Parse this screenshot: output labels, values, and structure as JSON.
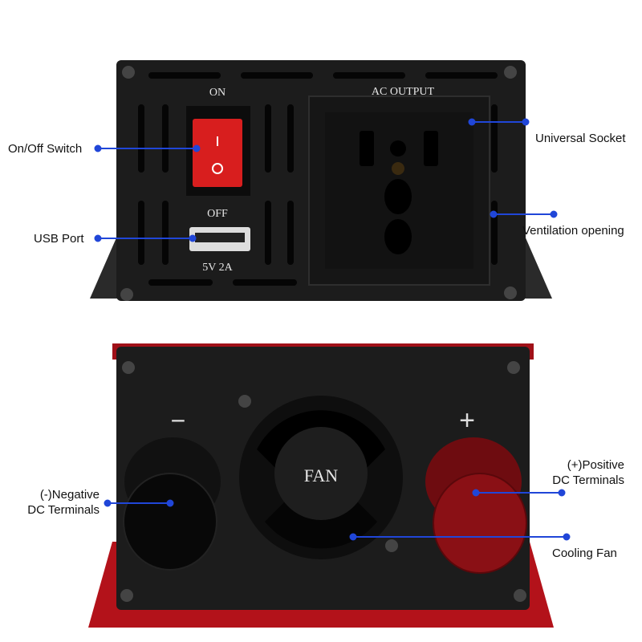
{
  "top_view": {
    "panel_text": {
      "on": "ON",
      "off": "OFF",
      "usb_rating": "5V  2A",
      "ac_output": "AC OUTPUT"
    },
    "labels": {
      "switch": "On/Off Switch",
      "usb": "USB Port",
      "socket": "Universal Socket",
      "vent": "Ventilation opening"
    }
  },
  "bottom_view": {
    "panel_text": {
      "minus": "−",
      "plus": "+",
      "fan": "FAN"
    },
    "labels": {
      "negative_line1": "(-)Negative",
      "negative_line2": "DC Terminals",
      "positive_line1": "(+)Positive",
      "positive_line2": "DC Terminals",
      "fan": "Cooling Fan"
    }
  },
  "colors": {
    "leader": "#2046d8",
    "switch": "#d81e1e",
    "body": "#1c1c1c",
    "base_red": "#b3121a"
  }
}
